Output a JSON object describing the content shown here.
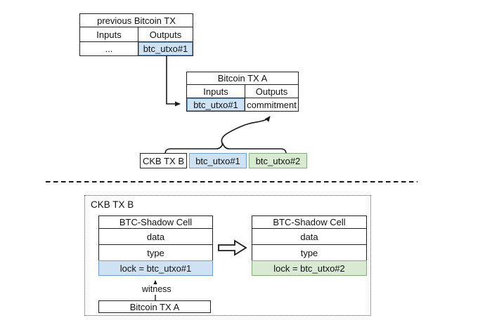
{
  "colors": {
    "blue_fill": "#cfe2f3",
    "blue_border": "#6f9fd0",
    "green_fill": "#d9ead3",
    "green_border": "#87ab78",
    "line": "#1a1a1a"
  },
  "top_diagram": {
    "prev_tx": {
      "title": "previous Bitcoin TX",
      "inputs_header": "Inputs",
      "outputs_header": "Outputs",
      "input_value": "...",
      "output_value": "btc_utxo#1"
    },
    "tx_a": {
      "title": "Bitcoin TX A",
      "inputs_header": "Inputs",
      "outputs_header": "Outputs",
      "input_value": "btc_utxo#1",
      "output_value": "commitment"
    },
    "ckb_tx": {
      "label": "CKB TX B",
      "output1": "btc_utxo#1",
      "output2": "btc_utxo#2"
    }
  },
  "bottom_diagram": {
    "container_label": "CKB TX B",
    "cell_before": {
      "title": "BTC-Shadow Cell",
      "row1": "data",
      "row2": "type",
      "lock": "lock = btc_utxo#1"
    },
    "cell_after": {
      "title": "BTC-Shadow Cell",
      "row1": "data",
      "row2": "type",
      "lock": "lock = btc_utxo#2"
    },
    "witness_label": "witness",
    "tx_label": "Bitcoin TX A"
  }
}
